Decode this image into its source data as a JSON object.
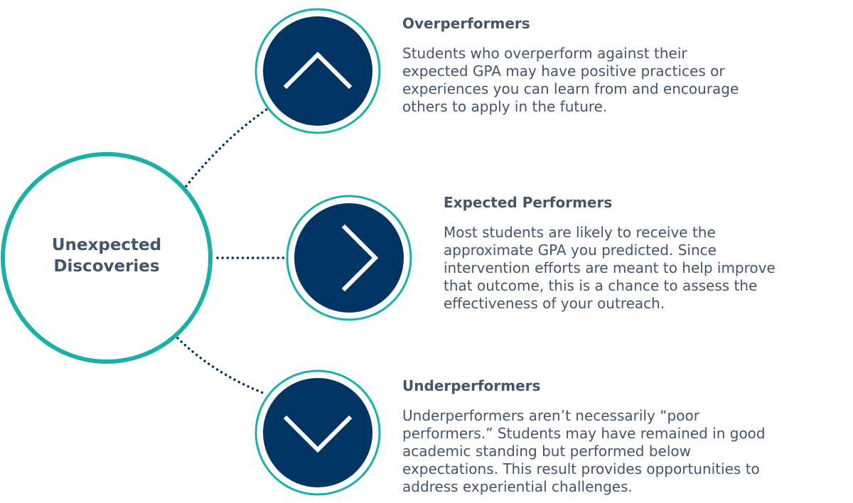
{
  "colors": {
    "teal": "#1ab0a8",
    "navy": "#003462",
    "text": "#44546a",
    "connector": "#003462"
  },
  "hub": {
    "label_lines": [
      "Unexpected",
      "Discoveries"
    ]
  },
  "items": [
    {
      "key": "over",
      "icon": "chevron-up-icon",
      "title": "Overperformers",
      "body_lines": [
        "Students who overperform against their",
        "expected GPA may have positive practices or",
        "experiences you can learn from and encourage",
        "others to apply in the future."
      ]
    },
    {
      "key": "expected",
      "icon": "chevron-right-icon",
      "title": "Expected Performers",
      "body_lines": [
        "Most students are likely to receive the",
        "approximate GPA you predicted. Since",
        "intervention efforts are meant to help improve",
        "that outcome, this is a chance to assess the",
        "effectiveness of your outreach."
      ]
    },
    {
      "key": "under",
      "icon": "chevron-down-icon",
      "title": "Underperformers",
      "body_lines": [
        "Underperformers aren’t necessarily “poor",
        "performers.” Students may have remained in good",
        "academic standing but performed below",
        "expectations. This result provides opportunities to",
        "address experiential challenges."
      ]
    }
  ]
}
